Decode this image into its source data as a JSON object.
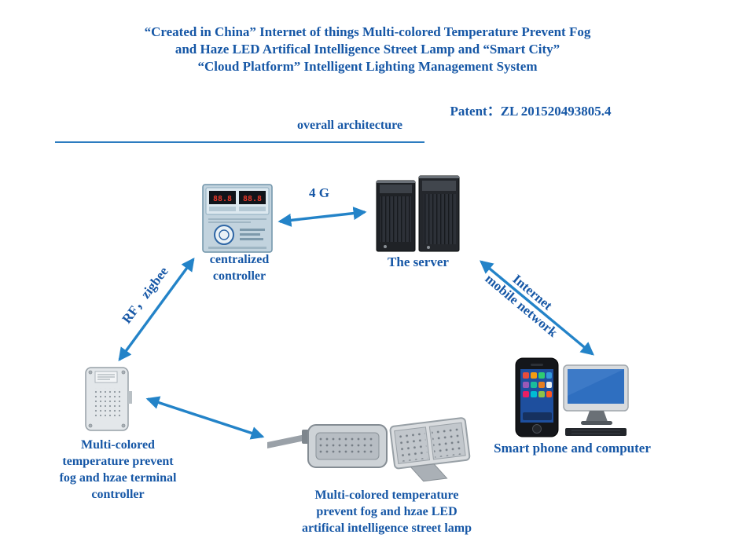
{
  "title": {
    "lines": [
      "“Created in China” Internet of things Multi-colored Temperature Prevent Fog",
      "and Haze LED Artifical Intelligence Street Lamp and “Smart City”",
      "“Cloud Platform” Intelligent Lighting Management System"
    ]
  },
  "patent": "Patent：ZL 201520493805.4",
  "section": {
    "title": "overall architecture"
  },
  "nodes": {
    "controller": {
      "lines": [
        "centralized",
        "controller"
      ]
    },
    "server": {
      "label": "The server"
    },
    "terminal": {
      "lines": [
        "Multi-colored",
        "temperature prevent",
        "fog and hzae terminal",
        "controller"
      ]
    },
    "lamp": {
      "lines": [
        "Multi-colored temperature",
        "prevent fog and hzae LED",
        "artifical intelligence street lamp"
      ]
    },
    "client": {
      "label": "Smart phone and computer"
    }
  },
  "links": {
    "g4": "4 G",
    "rf": "RF，zigbee",
    "internet": {
      "lines": [
        "Internet",
        "mobile network"
      ]
    }
  },
  "colors": {
    "text_blue": "#1657a6",
    "arrow_blue": "#2383c8"
  }
}
